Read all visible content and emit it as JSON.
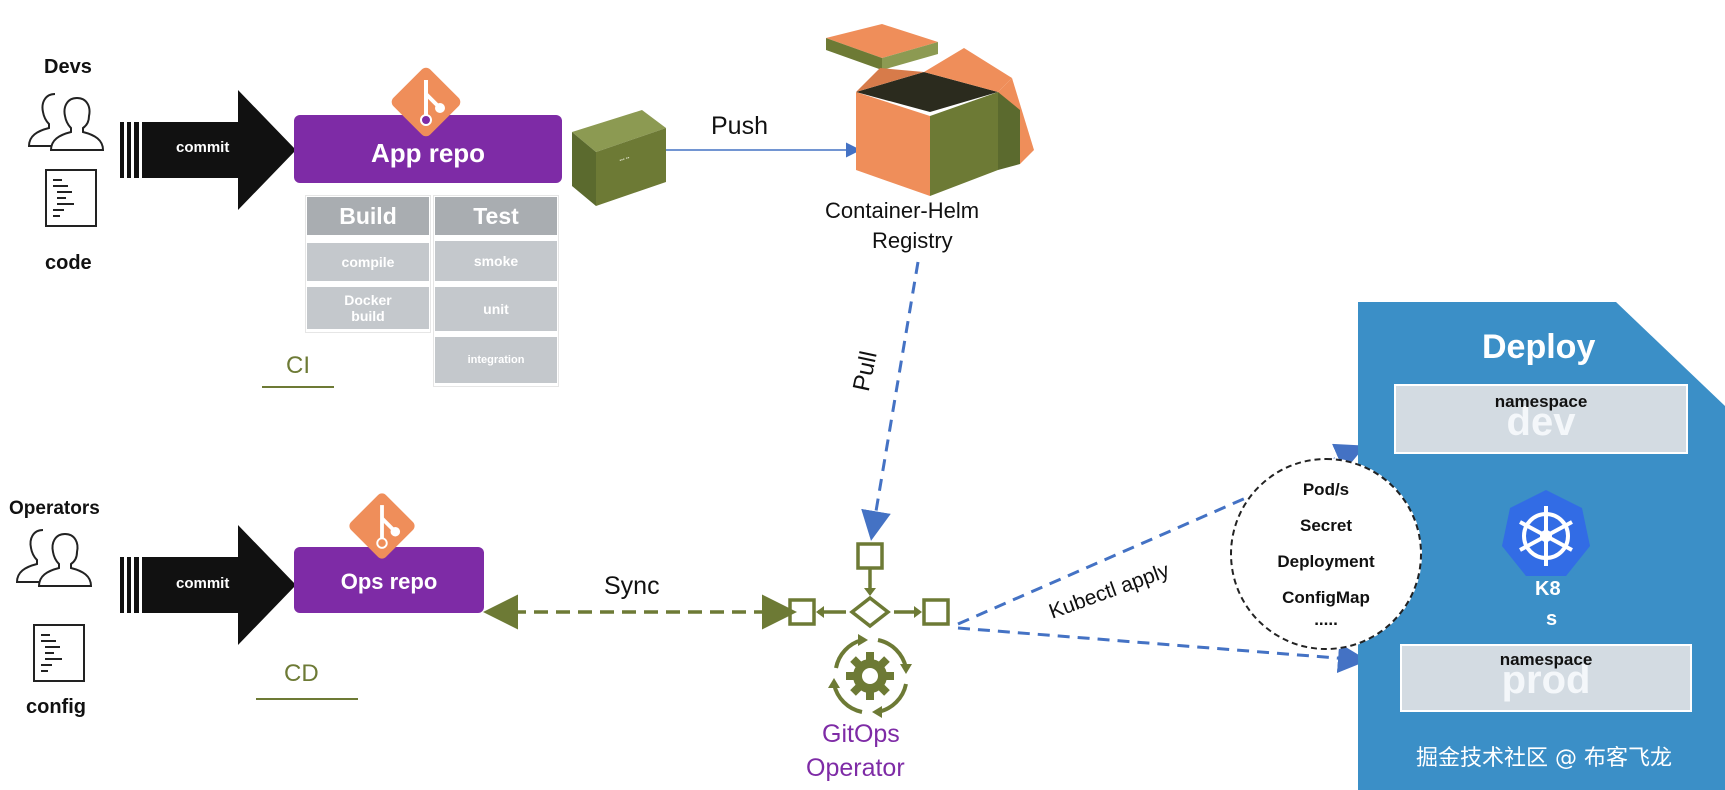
{
  "actors": {
    "devs": {
      "label": "Devs",
      "sub_label": "code"
    },
    "operators": {
      "label": "Operators",
      "sub_label": "config"
    }
  },
  "commit_arrows": {
    "label": "commit"
  },
  "app_repo": {
    "label": "App repo"
  },
  "ops_repo": {
    "label": "Ops repo"
  },
  "ci": {
    "label": "CI",
    "build": {
      "header": "Build",
      "items": [
        "compile",
        "Docker\nbuild"
      ]
    },
    "test": {
      "header": "Test",
      "items": [
        "smoke",
        "unit",
        "integration"
      ]
    }
  },
  "cd": {
    "label": "CD"
  },
  "registry": {
    "line1": "Container-Helm",
    "line2": "Registry"
  },
  "edges": {
    "push": "Push",
    "pull": "Pull",
    "sync": "Sync",
    "kubectl_apply": "Kubectl apply"
  },
  "operator": {
    "line1": "GitOps",
    "line2": "Operator"
  },
  "resources": [
    "Pod/s",
    "Secret",
    "Deployment",
    "ConfigMap",
    "....."
  ],
  "deploy": {
    "title": "Deploy",
    "namespaces": [
      {
        "caption": "namespace",
        "name": "dev"
      },
      {
        "caption": "namespace",
        "name": "prod"
      }
    ],
    "k8s": {
      "line1": "K8",
      "line2": "s"
    }
  },
  "watermark": "掘金技术社区 @ 布客飞龙",
  "colors": {
    "purple": "#7e2ba6",
    "olive": "#6d7a35",
    "orange": "#ef8e5a",
    "blue": "#4472c4",
    "deploy_blue": "#3b8fc7",
    "k8s_blue": "#326ce5",
    "table_gray": "#c4c8cc"
  },
  "icons": [
    "user-group-icon",
    "document-icon",
    "git-icon",
    "container-block-icon",
    "open-box-icon",
    "gear-icon",
    "kubernetes-wheel-icon"
  ]
}
